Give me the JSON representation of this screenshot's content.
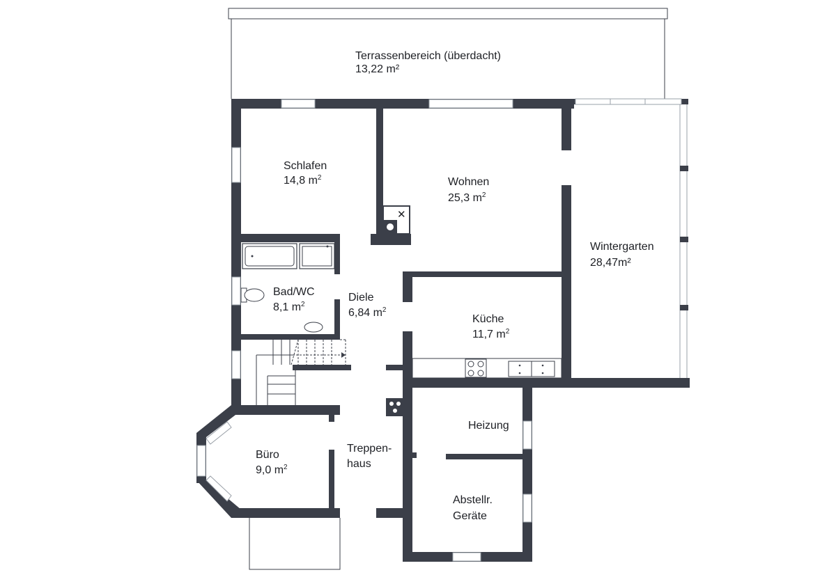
{
  "rooms": {
    "terrasse": {
      "name": "Terrassenbereich (überdacht)",
      "area": "13,22 m²"
    },
    "schlafen": {
      "name": "Schlafen",
      "area": "14,8 m",
      "unit_sup": "2"
    },
    "wohnen": {
      "name": "Wohnen",
      "area": "25,3 m",
      "unit_sup": "2"
    },
    "wintergarten": {
      "name": "Wintergarten",
      "area": "28,47m²"
    },
    "bad": {
      "name": "Bad/WC",
      "area": "8,1 m",
      "unit_sup": "2"
    },
    "diele": {
      "name": "Diele",
      "area": "6,84 m",
      "unit_sup": "2"
    },
    "kueche": {
      "name": "Küche",
      "area": "11,7 m",
      "unit_sup": "2"
    },
    "heizung": {
      "name": "Heizung"
    },
    "buero": {
      "name": "Büro",
      "area": "9,0 m",
      "unit_sup": "2"
    },
    "treppenhaus": {
      "line1": "Treppen-",
      "line2": "haus"
    },
    "abstell": {
      "line1": "Abstellr.",
      "line2": "Geräte"
    }
  },
  "colors": {
    "wall": "#3b3f49",
    "background": "#ffffff",
    "text": "#1d1f24"
  }
}
